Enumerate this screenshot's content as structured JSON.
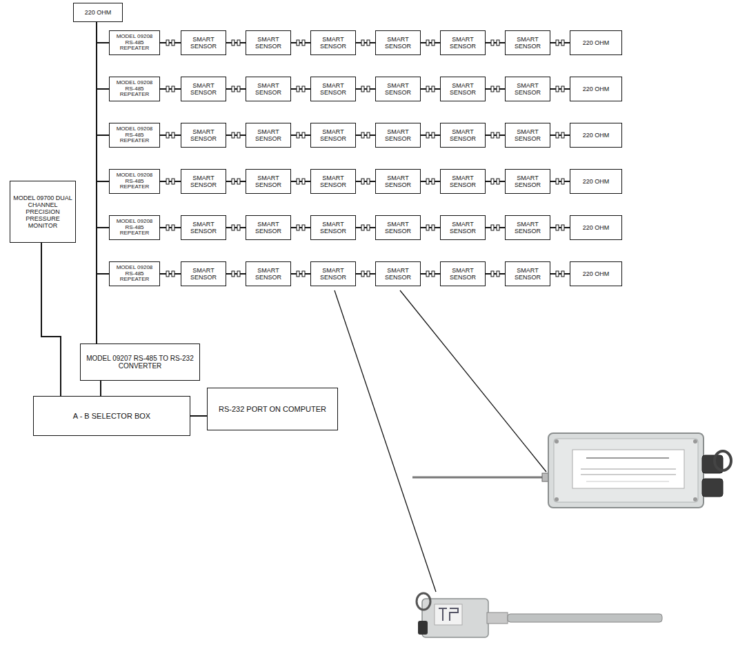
{
  "diagram": {
    "nodes": [
      {
        "text": [
          "220 OHM"
        ]
      },
      {
        "text": [
          "MODEL 09208 RS-485 REPEATER"
        ]
      },
      {
        "text": [
          "SMART SENSOR"
        ]
      },
      {
        "text": [
          "SMART SENSOR"
        ]
      },
      {
        "text": [
          "SMART SENSOR"
        ]
      },
      {
        "text": [
          "SMART SENSOR"
        ]
      },
      {
        "text": [
          "SMART SENSOR"
        ]
      },
      {
        "text": [
          "SMART SENSOR"
        ]
      },
      {
        "text": [
          "220 OHM"
        ]
      },
      {
        "text": [
          "MODEL 09208 RS-485 REPEATER"
        ]
      },
      {
        "text": [
          "SMART SENSOR"
        ]
      },
      {
        "text": [
          "SMART SENSOR"
        ]
      },
      {
        "text": [
          "SMART SENSOR"
        ]
      },
      {
        "text": [
          "SMART SENSOR"
        ]
      },
      {
        "text": [
          "SMART SENSOR"
        ]
      },
      {
        "text": [
          "SMART SENSOR"
        ]
      },
      {
        "text": [
          "220 OHM"
        ]
      },
      {
        "text": [
          "MODEL 09208 RS-485 REPEATER"
        ]
      },
      {
        "text": [
          "SMART SENSOR"
        ]
      },
      {
        "text": [
          "SMART SENSOR"
        ]
      },
      {
        "text": [
          "SMART SENSOR"
        ]
      },
      {
        "text": [
          "SMART SENSOR"
        ]
      },
      {
        "text": [
          "SMART SENSOR"
        ]
      },
      {
        "text": [
          "SMART SENSOR"
        ]
      },
      {
        "text": [
          "220 OHM"
        ]
      },
      {
        "text": [
          "MODEL 09208 RS-485 REPEATER"
        ]
      },
      {
        "text": [
          "SMART SENSOR"
        ]
      },
      {
        "text": [
          "SMART SENSOR"
        ]
      },
      {
        "text": [
          "SMART SENSOR"
        ]
      },
      {
        "text": [
          "SMART SENSOR"
        ]
      },
      {
        "text": [
          "SMART SENSOR"
        ]
      },
      {
        "text": [
          "SMART SENSOR"
        ]
      },
      {
        "text": [
          "220 OHM"
        ]
      },
      {
        "text": [
          "MODEL 09208 RS-485 REPEATER"
        ]
      },
      {
        "text": [
          "SMART SENSOR"
        ]
      },
      {
        "text": [
          "SMART SENSOR"
        ]
      },
      {
        "text": [
          "SMART SENSOR"
        ]
      },
      {
        "text": [
          "SMART SENSOR"
        ]
      },
      {
        "text": [
          "SMART SENSOR"
        ]
      },
      {
        "text": [
          "SMART SENSOR"
        ]
      },
      {
        "text": [
          "220 OHM"
        ]
      },
      {
        "text": [
          "MODEL 09208 RS-485 REPEATER"
        ]
      },
      {
        "text": [
          "SMART SENSOR"
        ]
      },
      {
        "text": [
          "SMART SENSOR"
        ]
      },
      {
        "text": [
          "SMART SENSOR"
        ]
      },
      {
        "text": [
          "SMART SENSOR"
        ]
      },
      {
        "text": [
          "SMART SENSOR"
        ]
      },
      {
        "text": [
          "SMART SENSOR"
        ]
      },
      {
        "text": [
          "220 OHM"
        ]
      },
      {
        "text": [
          "MODEL 09700 DUAL CHANNEL PRECISION PRESSURE MONITOR"
        ]
      },
      {
        "text": [
          "MODEL 09207 RS-485 TO RS-232 CONVERTER"
        ]
      },
      {
        "text": [
          "A - B SELECTOR BOX"
        ]
      },
      {
        "text": [
          "RS-232 PORT ON COMPUTER"
        ]
      }
    ],
    "edges": [
      {
        "from": 50,
        "to": 0,
        "arrow": "none"
      },
      {
        "from": 50,
        "to": 1,
        "arrow": "none"
      },
      {
        "from": 50,
        "to": 9,
        "arrow": "none"
      },
      {
        "from": 50,
        "to": 17,
        "arrow": "none"
      },
      {
        "from": 50,
        "to": 25,
        "arrow": "none"
      },
      {
        "from": 50,
        "to": 33,
        "arrow": "none"
      },
      {
        "from": 50,
        "to": 41,
        "arrow": "none"
      },
      {
        "from": 1,
        "to": 2,
        "arrow": "none"
      },
      {
        "from": 2,
        "to": 3,
        "arrow": "none"
      },
      {
        "from": 3,
        "to": 4,
        "arrow": "none"
      },
      {
        "from": 4,
        "to": 5,
        "arrow": "none"
      },
      {
        "from": 5,
        "to": 6,
        "arrow": "none"
      },
      {
        "from": 6,
        "to": 7,
        "arrow": "none"
      },
      {
        "from": 7,
        "to": 8,
        "arrow": "none"
      },
      {
        "from": 9,
        "to": 10,
        "arrow": "none"
      },
      {
        "from": 10,
        "to": 11,
        "arrow": "none"
      },
      {
        "from": 11,
        "to": 12,
        "arrow": "none"
      },
      {
        "from": 12,
        "to": 13,
        "arrow": "none"
      },
      {
        "from": 13,
        "to": 14,
        "arrow": "none"
      },
      {
        "from": 14,
        "to": 15,
        "arrow": "none"
      },
      {
        "from": 15,
        "to": 16,
        "arrow": "none"
      },
      {
        "from": 17,
        "to": 18,
        "arrow": "none"
      },
      {
        "from": 18,
        "to": 19,
        "arrow": "none"
      },
      {
        "from": 19,
        "to": 20,
        "arrow": "none"
      },
      {
        "from": 20,
        "to": 21,
        "arrow": "none"
      },
      {
        "from": 21,
        "to": 22,
        "arrow": "none"
      },
      {
        "from": 22,
        "to": 23,
        "arrow": "none"
      },
      {
        "from": 23,
        "to": 24,
        "arrow": "none"
      },
      {
        "from": 25,
        "to": 26,
        "arrow": "none"
      },
      {
        "from": 26,
        "to": 27,
        "arrow": "none"
      },
      {
        "from": 27,
        "to": 28,
        "arrow": "none"
      },
      {
        "from": 28,
        "to": 29,
        "arrow": "none"
      },
      {
        "from": 29,
        "to": 30,
        "arrow": "none"
      },
      {
        "from": 30,
        "to": 31,
        "arrow": "none"
      },
      {
        "from": 31,
        "to": 32,
        "arrow": "none"
      },
      {
        "from": 33,
        "to": 34,
        "arrow": "none"
      },
      {
        "from": 34,
        "to": 35,
        "arrow": "none"
      },
      {
        "from": 35,
        "to": 36,
        "arrow": "none"
      },
      {
        "from": 36,
        "to": 37,
        "arrow": "none"
      },
      {
        "from": 37,
        "to": 38,
        "arrow": "none"
      },
      {
        "from": 38,
        "to": 39,
        "arrow": "none"
      },
      {
        "from": 39,
        "to": 40,
        "arrow": "none"
      },
      {
        "from": 41,
        "to": 42,
        "arrow": "none"
      },
      {
        "from": 42,
        "to": 43,
        "arrow": "none"
      },
      {
        "from": 43,
        "to": 44,
        "arrow": "none"
      },
      {
        "from": 44,
        "to": 45,
        "arrow": "none"
      },
      {
        "from": 45,
        "to": 46,
        "arrow": "none"
      },
      {
        "from": 46,
        "to": 47,
        "arrow": "none"
      },
      {
        "from": 47,
        "to": 48,
        "arrow": "none"
      },
      {
        "from": 49,
        "to": 51,
        "arrow": "none"
      },
      {
        "from": 50,
        "to": 51,
        "arrow": "none"
      },
      {
        "from": 51,
        "to": 52,
        "arrow": "none"
      }
    ]
  }
}
